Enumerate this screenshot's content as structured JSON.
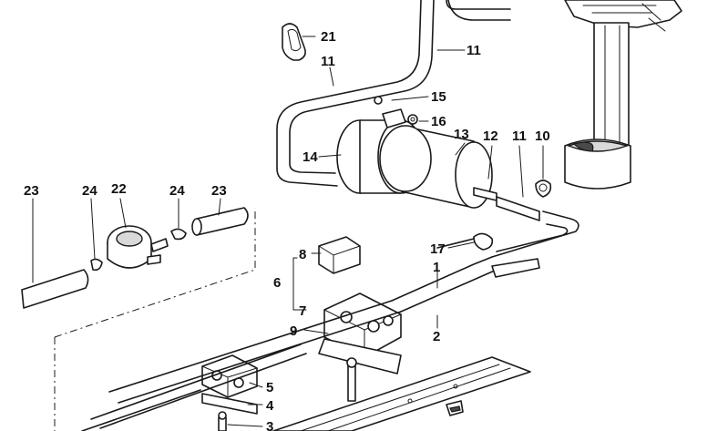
{
  "labels": {
    "l1": "1",
    "l2": "2",
    "l3": "3",
    "l4": "4",
    "l5": "5",
    "l6": "6",
    "l7": "7",
    "l8": "8",
    "l9": "9",
    "l10": "10",
    "l11a": "11",
    "l11b": "11",
    "l11c": "11",
    "l12": "12",
    "l13": "13",
    "l14": "14",
    "l15": "15",
    "l16": "16",
    "l17": "17",
    "l21": "21",
    "l22": "22",
    "l23a": "23",
    "l23b": "23",
    "l24a": "24",
    "l24b": "24"
  }
}
